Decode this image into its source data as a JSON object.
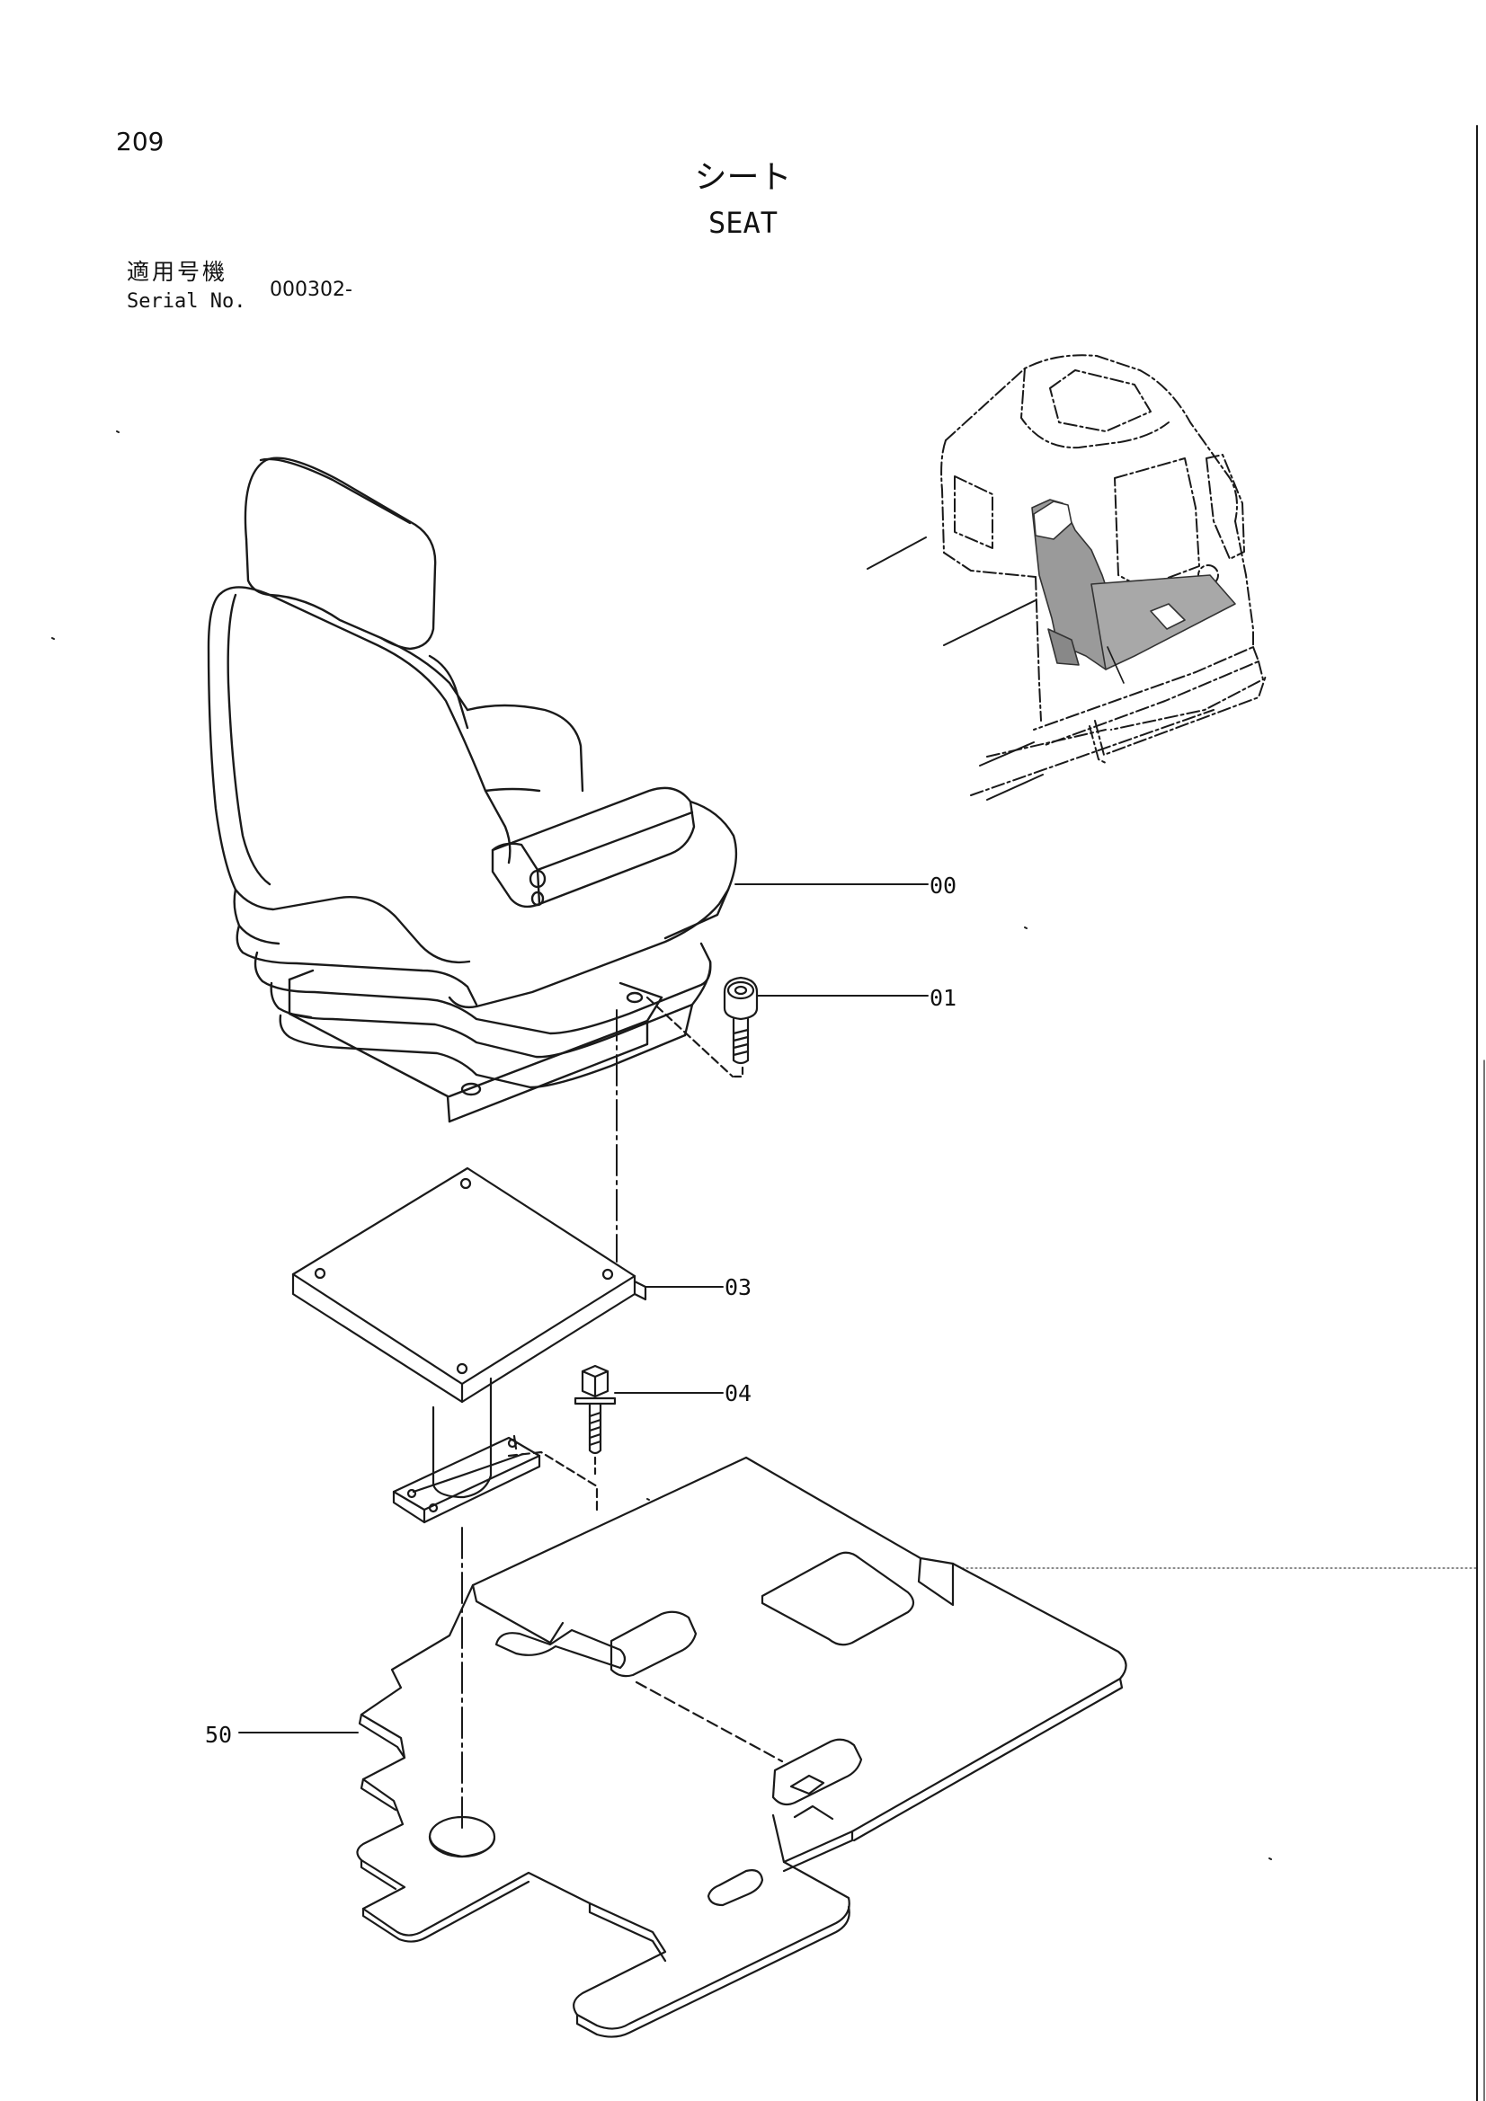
{
  "page_number": "209",
  "title": {
    "ja": "シート",
    "en": "SEAT"
  },
  "serial": {
    "label_ja": "適用号機",
    "label_en": "Serial No.",
    "value": "000302-"
  },
  "callouts": [
    {
      "id": "00",
      "text": "00"
    },
    {
      "id": "01",
      "text": "01"
    },
    {
      "id": "03",
      "text": "03"
    },
    {
      "id": "04",
      "text": "04"
    },
    {
      "id": "50",
      "text": "50"
    }
  ],
  "colors": {
    "line": "#1a1a1a",
    "paper": "#ffffff",
    "shade": "#9a9a9a"
  }
}
